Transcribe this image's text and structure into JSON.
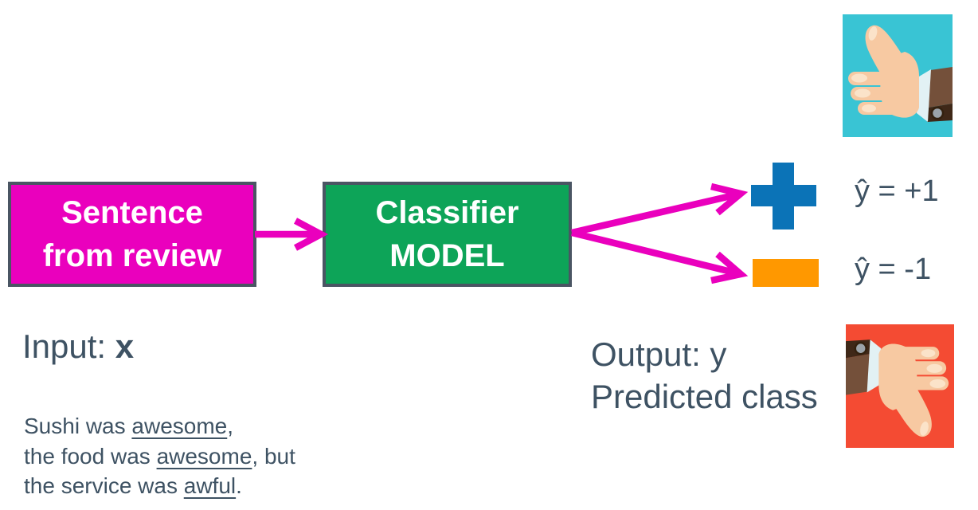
{
  "colors": {
    "magenta": "#EA00BD",
    "green": "#0DA458",
    "blue": "#0B73B7",
    "orange": "#FF9800",
    "slate": "#3E5263",
    "border": "#4A5563",
    "cyan_bg": "#39C4D4",
    "red_bg": "#F44B33"
  },
  "input_box": {
    "line1": "Sentence",
    "line2": "from review"
  },
  "model_box": {
    "line1": "Classifier",
    "line2": "MODEL"
  },
  "outputs": {
    "positive": {
      "label": "ŷ = +1",
      "symbol": "plus-sign",
      "color": "#0B73B7"
    },
    "negative": {
      "label": "ŷ = -1",
      "symbol": "minus-sign",
      "color": "#FF9800"
    }
  },
  "captions": {
    "input_prefix": "Input: ",
    "input_var": "x",
    "output_line1": "Output: y",
    "output_line2": "Predicted class"
  },
  "example": {
    "lines": [
      {
        "pre": "Sushi was ",
        "underlined": "awesome",
        "post": ","
      },
      {
        "pre": "the food was ",
        "underlined": "awesome",
        "post": ", but"
      },
      {
        "pre": "the service was ",
        "underlined": "awful",
        "post": "."
      }
    ]
  },
  "icons": {
    "thumbs_up": "thumbs-up-icon",
    "thumbs_down": "thumbs-down-icon",
    "plus": "plus-icon",
    "minus": "minus-icon"
  }
}
